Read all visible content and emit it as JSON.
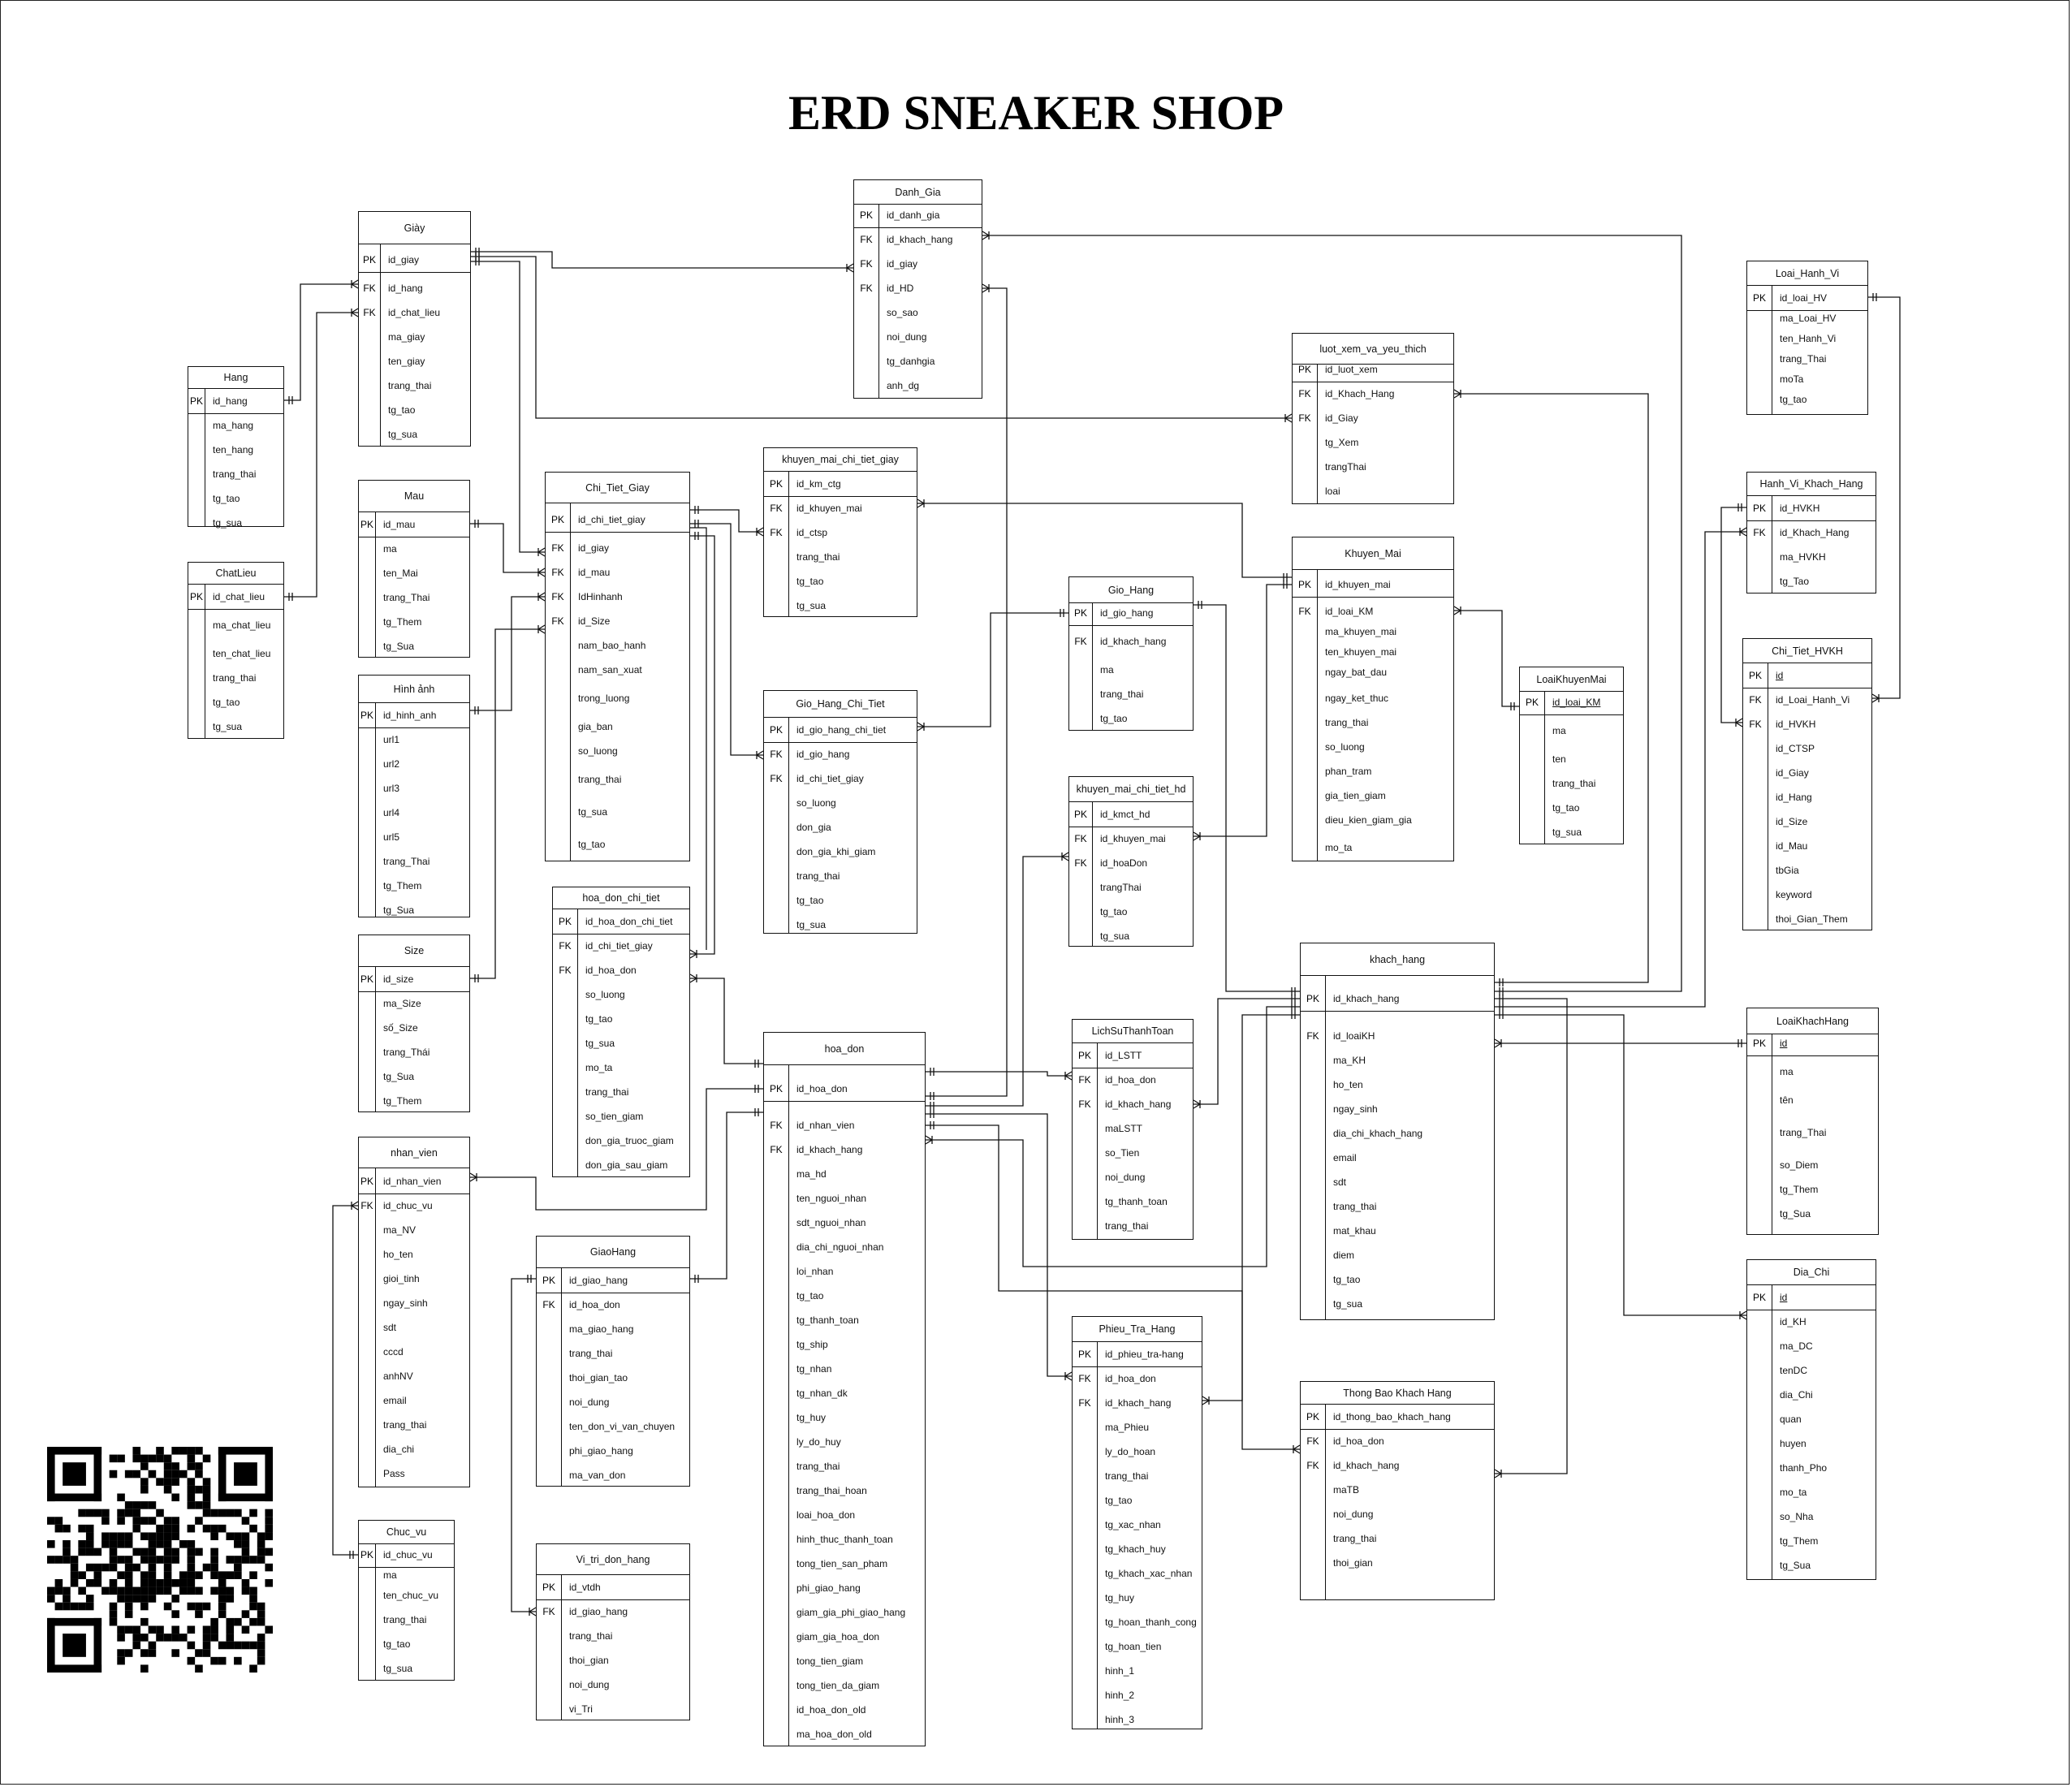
{
  "title": "ERD SNEAKER SHOP",
  "entities": {
    "giay": {
      "name": "Giày",
      "rows": [
        [
          "PK",
          "id_giay"
        ],
        [
          "FK",
          "id_hang"
        ],
        [
          "FK",
          "id_chat_lieu"
        ],
        [
          "",
          "ma_giay"
        ],
        [
          "",
          "ten_giay"
        ],
        [
          "",
          "trang_thai"
        ],
        [
          "",
          "tg_tao"
        ],
        [
          "",
          "tg_sua"
        ]
      ]
    },
    "hang": {
      "name": "Hang",
      "rows": [
        [
          "PK",
          "id_hang"
        ],
        [
          "",
          "ma_hang"
        ],
        [
          "",
          "ten_hang"
        ],
        [
          "",
          "trang_thai"
        ],
        [
          "",
          "tg_tao"
        ],
        [
          "",
          "tg_sua"
        ]
      ]
    },
    "chatlieu": {
      "name": "ChatLieu",
      "rows": [
        [
          "PK",
          "id_chat_lieu"
        ],
        [
          "",
          "ma_chat_lieu"
        ],
        [
          "",
          "ten_chat_lieu"
        ],
        [
          "",
          "trang_thai"
        ],
        [
          "",
          "tg_tao"
        ],
        [
          "",
          "tg_sua"
        ]
      ]
    },
    "mau": {
      "name": "Mau",
      "rows": [
        [
          "PK",
          "id_mau"
        ],
        [
          "",
          "ma"
        ],
        [
          "",
          "ten_Mai"
        ],
        [
          "",
          "trang_Thai"
        ],
        [
          "",
          "tg_Them"
        ],
        [
          "",
          "tg_Sua"
        ]
      ]
    },
    "hinhanh": {
      "name": "Hình ảnh",
      "rows": [
        [
          "PK",
          "id_hinh_anh"
        ],
        [
          "",
          "url1"
        ],
        [
          "",
          "url2"
        ],
        [
          "",
          "url3"
        ],
        [
          "",
          "url4"
        ],
        [
          "",
          "url5"
        ],
        [
          "",
          "trang_Thai"
        ],
        [
          "",
          "tg_Them"
        ],
        [
          "",
          "tg_Sua"
        ]
      ]
    },
    "size": {
      "name": "Size",
      "rows": [
        [
          "PK",
          "id_size"
        ],
        [
          "",
          "ma_Size"
        ],
        [
          "",
          "số_Size"
        ],
        [
          "",
          "trang_Thái"
        ],
        [
          "",
          "tg_Sua"
        ],
        [
          "",
          "tg_Them"
        ]
      ]
    },
    "nhanvien": {
      "name": "nhan_vien",
      "rows": [
        [
          "PK",
          "id_nhan_vien"
        ],
        [
          "FK",
          "id_chuc_vu"
        ],
        [
          "",
          "ma_NV"
        ],
        [
          "",
          "ho_ten"
        ],
        [
          "",
          "gioi_tinh"
        ],
        [
          "",
          "ngay_sinh"
        ],
        [
          "",
          "sdt"
        ],
        [
          "",
          "cccd"
        ],
        [
          "",
          "anhNV"
        ],
        [
          "",
          "email"
        ],
        [
          "",
          "trang_thai"
        ],
        [
          "",
          "dia_chi"
        ],
        [
          "",
          "Pass"
        ]
      ]
    },
    "chucvu": {
      "name": "Chuc_vu",
      "rows": [
        [
          "PK",
          "id_chuc_vu"
        ],
        [
          "",
          "ma"
        ],
        [
          "",
          "ten_chuc_vu"
        ],
        [
          "",
          "trang_thai"
        ],
        [
          "",
          "tg_tao"
        ],
        [
          "",
          "tg_sua"
        ]
      ]
    },
    "chitietgiay": {
      "name": "Chi_Tiet_Giay",
      "rows": [
        [
          "PK",
          "id_chi_tiet_giay"
        ],
        [
          "FK",
          "id_giay"
        ],
        [
          "FK",
          "id_mau"
        ],
        [
          "FK",
          "IdHinhanh"
        ],
        [
          "FK",
          "id_Size"
        ],
        [
          "",
          "nam_bao_hanh"
        ],
        [
          "",
          "nam_san_xuat"
        ],
        [
          "",
          "trong_luong"
        ],
        [
          "",
          "gia_ban"
        ],
        [
          "",
          "so_luong"
        ],
        [
          "",
          "trang_thai"
        ],
        [
          "",
          "tg_sua"
        ],
        [
          "",
          "tg_tao"
        ]
      ]
    },
    "hoadonchitiet": {
      "name": "hoa_don_chi_tiet",
      "rows": [
        [
          "PK",
          "id_hoa_don_chi_tiet"
        ],
        [
          "FK",
          "id_chi_tiet_giay"
        ],
        [
          "FK",
          "id_hoa_don"
        ],
        [
          "",
          "so_luong"
        ],
        [
          "",
          "tg_tao"
        ],
        [
          "",
          "tg_sua"
        ],
        [
          "",
          "mo_ta"
        ],
        [
          "",
          "trang_thai"
        ],
        [
          "",
          "so_tien_giam"
        ],
        [
          "",
          "don_gia_truoc_giam"
        ],
        [
          "",
          "don_gia_sau_giam"
        ]
      ]
    },
    "giaohang": {
      "name": "GiaoHang",
      "rows": [
        [
          "PK",
          "id_giao_hang"
        ],
        [
          "FK",
          "id_hoa_don"
        ],
        [
          "",
          "ma_giao_hang"
        ],
        [
          "",
          "trang_thai"
        ],
        [
          "",
          "thoi_gian_tao"
        ],
        [
          "",
          "noi_dung"
        ],
        [
          "",
          "ten_don_vi_van_chuyen"
        ],
        [
          "",
          "phi_giao_hang"
        ],
        [
          "",
          "ma_van_don"
        ]
      ]
    },
    "vitridonhang": {
      "name": "Vi_tri_don_hang",
      "rows": [
        [
          "PK",
          "id_vtdh"
        ],
        [
          "FK",
          "id_giao_hang"
        ],
        [
          "",
          "trang_thai"
        ],
        [
          "",
          "thoi_gian"
        ],
        [
          "",
          "noi_dung"
        ],
        [
          "",
          "vi_Tri"
        ]
      ]
    },
    "danhgia": {
      "name": "Danh_Gia",
      "rows": [
        [
          "PK",
          "id_danh_gia"
        ],
        [
          "FK",
          "id_khach_hang"
        ],
        [
          "FK",
          "id_giay"
        ],
        [
          "FK",
          "id_HD"
        ],
        [
          "",
          "so_sao"
        ],
        [
          "",
          "noi_dung"
        ],
        [
          "",
          "tg_danhgia"
        ],
        [
          "",
          "anh_dg"
        ]
      ]
    },
    "kmctgiay": {
      "name": "khuyen_mai_chi_tiet_giay",
      "rows": [
        [
          "PK",
          "id_km_ctg"
        ],
        [
          "FK",
          "id_khuyen_mai"
        ],
        [
          "FK",
          "id_ctsp"
        ],
        [
          "",
          "trang_thai"
        ],
        [
          "",
          "tg_tao"
        ],
        [
          "",
          "tg_sua"
        ]
      ]
    },
    "giohangchitiet": {
      "name": "Gio_Hang_Chi_Tiet",
      "rows": [
        [
          "PK",
          "id_gio_hang_chi_tiet"
        ],
        [
          "FK",
          "id_gio_hang"
        ],
        [
          "FK",
          "id_chi_tiet_giay"
        ],
        [
          "",
          "so_luong"
        ],
        [
          "",
          "don_gia"
        ],
        [
          "",
          "don_gia_khi_giam"
        ],
        [
          "",
          "trang_thai"
        ],
        [
          "",
          "tg_tao"
        ],
        [
          "",
          "tg_sua"
        ]
      ]
    },
    "hoadon": {
      "name": "hoa_don",
      "rows": [
        [
          "PK",
          "id_hoa_don"
        ],
        [
          "FK",
          "id_nhan_vien"
        ],
        [
          "FK",
          "id_khach_hang"
        ],
        [
          "",
          "ma_hd"
        ],
        [
          "",
          "ten_nguoi_nhan"
        ],
        [
          "",
          "sdt_nguoi_nhan"
        ],
        [
          "",
          "dia_chi_nguoi_nhan"
        ],
        [
          "",
          "loi_nhan"
        ],
        [
          "",
          "tg_tao"
        ],
        [
          "",
          "tg_thanh_toan"
        ],
        [
          "",
          "tg_ship"
        ],
        [
          "",
          "tg_nhan"
        ],
        [
          "",
          "tg_nhan_dk"
        ],
        [
          "",
          "tg_huy"
        ],
        [
          "",
          "ly_do_huy"
        ],
        [
          "",
          "trang_thai"
        ],
        [
          "",
          "trang_thai_hoan"
        ],
        [
          "",
          "loai_hoa_don"
        ],
        [
          "",
          "hinh_thuc_thanh_toan"
        ],
        [
          "",
          "tong_tien_san_pham"
        ],
        [
          "",
          "phi_giao_hang"
        ],
        [
          "",
          "giam_gia_phi_giao_hang"
        ],
        [
          "",
          "giam_gia_hoa_don"
        ],
        [
          "",
          "tong_tien_giam"
        ],
        [
          "",
          "tong_tien_da_giam"
        ],
        [
          "",
          "id_hoa_don_old"
        ],
        [
          "",
          "ma_hoa_don_old"
        ]
      ]
    },
    "giohang": {
      "name": "Gio_Hang",
      "rows": [
        [
          "PK",
          "id_gio_hang"
        ],
        [
          "FK",
          "id_khach_hang"
        ],
        [
          "",
          "ma"
        ],
        [
          "",
          "trang_thai"
        ],
        [
          "",
          "tg_tao"
        ]
      ]
    },
    "kmcthd": {
      "name": "khuyen_mai_chi_tiet_hd",
      "rows": [
        [
          "PK",
          "id_kmct_hd"
        ],
        [
          "FK",
          "id_khuyen_mai"
        ],
        [
          "FK",
          "id_hoaDon"
        ],
        [
          "",
          "trangThai"
        ],
        [
          "",
          "tg_tao"
        ],
        [
          "",
          "tg_sua"
        ]
      ]
    },
    "lichsu": {
      "name": "LichSuThanhToan",
      "rows": [
        [
          "PK",
          "id_LSTT"
        ],
        [
          "FK",
          "id_hoa_don"
        ],
        [
          "FK",
          "id_khach_hang"
        ],
        [
          "",
          "maLSTT"
        ],
        [
          "",
          "so_Tien"
        ],
        [
          "",
          "noi_dung"
        ],
        [
          "",
          "tg_thanh_toan"
        ],
        [
          "",
          "trang_thai"
        ]
      ]
    },
    "phieutrahang": {
      "name": "Phieu_Tra_Hang",
      "rows": [
        [
          "PK",
          "id_phieu_tra-hang"
        ],
        [
          "FK",
          "id_hoa_don"
        ],
        [
          "FK",
          "id_khach_hang"
        ],
        [
          "",
          "ma_Phieu"
        ],
        [
          "",
          "ly_do_hoan"
        ],
        [
          "",
          "trang_thai"
        ],
        [
          "",
          "tg_tao"
        ],
        [
          "",
          "tg_xac_nhan"
        ],
        [
          "",
          "tg_khach_huy"
        ],
        [
          "",
          "tg_khach_xac_nhan"
        ],
        [
          "",
          "tg_huy"
        ],
        [
          "",
          "tg_hoan_thanh_cong"
        ],
        [
          "",
          "tg_hoan_tien"
        ],
        [
          "",
          "hinh_1"
        ],
        [
          "",
          "hinh_2"
        ],
        [
          "",
          "hinh_3"
        ]
      ]
    },
    "luotxem": {
      "name": "luot_xem_va_yeu_thich",
      "rows": [
        [
          "PK",
          "id_luot_xem"
        ],
        [
          "FK",
          "id_Khach_Hang"
        ],
        [
          "FK",
          "id_Giay"
        ],
        [
          "",
          "tg_Xem"
        ],
        [
          "",
          "trangThai"
        ],
        [
          "",
          "loai"
        ]
      ]
    },
    "khuyenmai": {
      "name": "Khuyen_Mai",
      "rows": [
        [
          "PK",
          "id_khuyen_mai"
        ],
        [
          "FK",
          "id_loai_KM"
        ],
        [
          "",
          "ma_khuyen_mai"
        ],
        [
          "",
          "ten_khuyen_mai"
        ],
        [
          "",
          "ngay_bat_dau"
        ],
        [
          "",
          "ngay_ket_thuc"
        ],
        [
          "",
          "trang_thai"
        ],
        [
          "",
          "so_luong"
        ],
        [
          "",
          "phan_tram"
        ],
        [
          "",
          "gia_tien_giam"
        ],
        [
          "",
          "dieu_kien_giam_gia"
        ],
        [
          "",
          "mo_ta"
        ]
      ]
    },
    "loaikm": {
      "name": "LoaiKhuyenMai",
      "rows": [
        [
          "PK",
          "id_loai_KM"
        ],
        [
          "",
          "ma"
        ],
        [
          "",
          "ten"
        ],
        [
          "",
          "trang_thai"
        ],
        [
          "",
          "tg_tao"
        ],
        [
          "",
          "tg_sua"
        ]
      ]
    },
    "khachhang": {
      "name": "khach_hang",
      "rows": [
        [
          "PK",
          "id_khach_hang"
        ],
        [
          "FK",
          "id_loaiKH"
        ],
        [
          "",
          "ma_KH"
        ],
        [
          "",
          "ho_ten"
        ],
        [
          "",
          "ngay_sinh"
        ],
        [
          "",
          "dia_chi_khach_hang"
        ],
        [
          "",
          "email"
        ],
        [
          "",
          "sdt"
        ],
        [
          "",
          "trang_thai"
        ],
        [
          "",
          "mat_khau"
        ],
        [
          "",
          "diem"
        ],
        [
          "",
          "tg_tao"
        ],
        [
          "",
          "tg_sua"
        ]
      ]
    },
    "thongbao": {
      "name": "Thong Bao Khach Hang",
      "rows": [
        [
          "PK",
          "id_thong_bao_khach_hang"
        ],
        [
          "FK",
          "id_hoa_don"
        ],
        [
          "FK",
          "id_khach_hang"
        ],
        [
          "",
          "maTB"
        ],
        [
          "",
          "noi_dung"
        ],
        [
          "",
          "trang_thai"
        ],
        [
          "",
          "thoi_gian"
        ]
      ]
    },
    "loaihanhvi": {
      "name": "Loai_Hanh_Vi",
      "rows": [
        [
          "PK",
          "id_loai_HV"
        ],
        [
          "",
          "ma_Loai_HV"
        ],
        [
          "",
          "ten_Hanh_Vi"
        ],
        [
          "",
          "trang_Thai"
        ],
        [
          "",
          "moTa"
        ],
        [
          "",
          "tg_tao"
        ]
      ]
    },
    "hanhvikh": {
      "name": "Hanh_Vi_Khach_Hang",
      "rows": [
        [
          "PK",
          "id_HVKH"
        ],
        [
          "FK",
          "id_Khach_Hang"
        ],
        [
          "",
          "ma_HVKH"
        ],
        [
          "",
          "tg_Tao"
        ]
      ]
    },
    "chitiethvkh": {
      "name": "Chi_Tiet_HVKH",
      "rows": [
        [
          "PK",
          "id"
        ],
        [
          "FK",
          "id_Loai_Hanh_Vi"
        ],
        [
          "FK",
          "id_HVKH"
        ],
        [
          "",
          "id_CTSP"
        ],
        [
          "",
          "id_Giay"
        ],
        [
          "",
          "id_Hang"
        ],
        [
          "",
          "id_Size"
        ],
        [
          "",
          "id_Mau"
        ],
        [
          "",
          "tbGia"
        ],
        [
          "",
          "keyword"
        ],
        [
          "",
          "thoi_Gian_Them"
        ]
      ]
    },
    "loaikhachhang": {
      "name": "LoaiKhachHang",
      "rows": [
        [
          "PK",
          "id"
        ],
        [
          "",
          "ma"
        ],
        [
          "",
          "tên"
        ],
        [
          "",
          "trang_Thai"
        ],
        [
          "",
          "so_Diem"
        ],
        [
          "",
          "tg_Them"
        ],
        [
          "",
          "tg_Sua"
        ]
      ]
    },
    "diachi": {
      "name": "Dia_Chi",
      "rows": [
        [
          "PK",
          "id"
        ],
        [
          "",
          "id_KH"
        ],
        [
          "",
          "ma_DC"
        ],
        [
          "",
          "tenDC"
        ],
        [
          "",
          "dia_Chi"
        ],
        [
          "",
          "quan"
        ],
        [
          "",
          "huyen"
        ],
        [
          "",
          "thanh_Pho"
        ],
        [
          "",
          "mo_ta"
        ],
        [
          "",
          "so_Nha"
        ],
        [
          "",
          "tg_Them"
        ],
        [
          "",
          "tg_Sua"
        ]
      ]
    }
  },
  "qr_code": {
    "description_icon": "qr-code-icon"
  }
}
